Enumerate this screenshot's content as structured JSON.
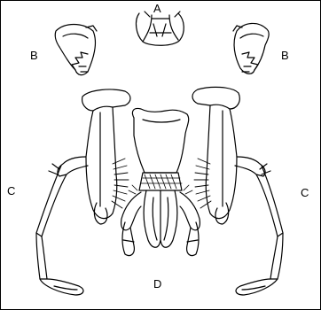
{
  "labels": {
    "a": "A",
    "b_left": "B",
    "b_right": "B",
    "c_left": "C",
    "c_right": "C",
    "d": "D"
  },
  "colors": {
    "ink": "#000000",
    "paper": "#ffffff"
  }
}
